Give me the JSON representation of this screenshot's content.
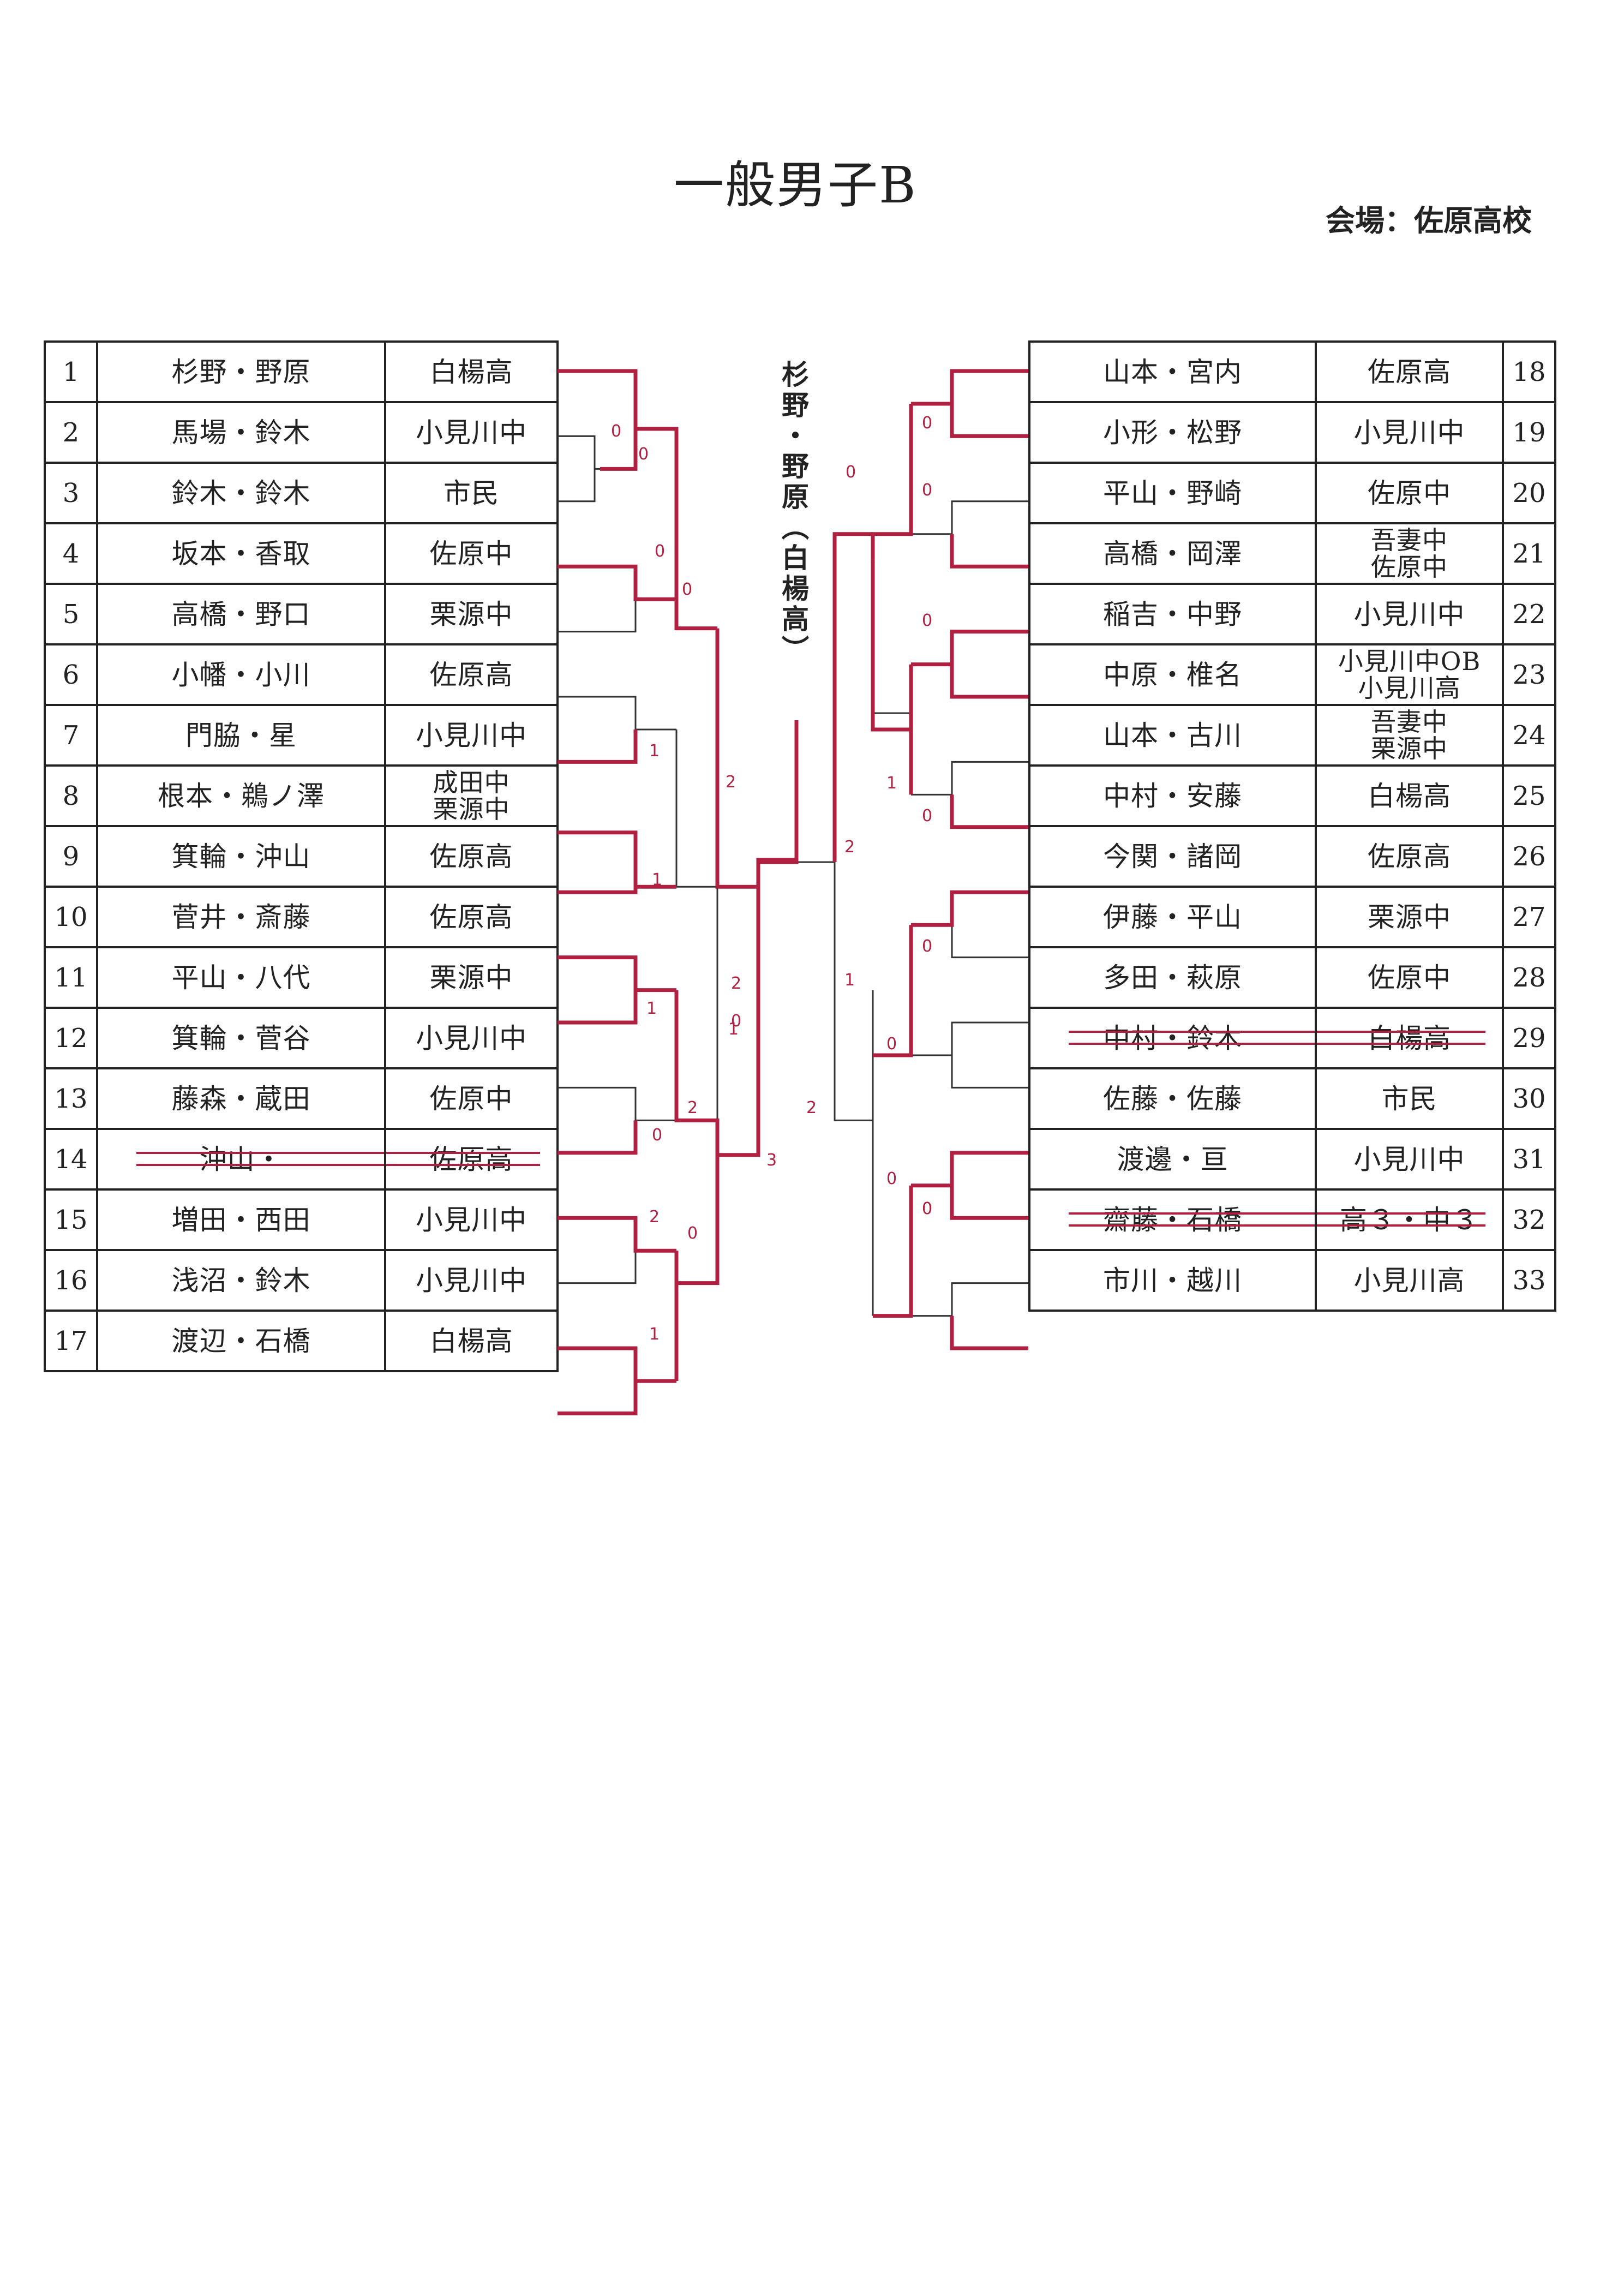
{
  "title": "一般男子B",
  "venue": "会場：佐原高校",
  "champion_label": "杉野・野原（白楊高）",
  "left_entries": [
    {
      "no": "1",
      "names": "杉野・野原",
      "team": [
        "白楊高"
      ]
    },
    {
      "no": "2",
      "names": "馬場・鈴木",
      "team": [
        "小見川中"
      ]
    },
    {
      "no": "3",
      "names": "鈴木・鈴木",
      "team": [
        "市民"
      ]
    },
    {
      "no": "4",
      "names": "坂本・香取",
      "team": [
        "佐原中"
      ]
    },
    {
      "no": "5",
      "names": "高橋・野口",
      "team": [
        "栗源中"
      ]
    },
    {
      "no": "6",
      "names": "小幡・小川",
      "team": [
        "佐原高"
      ]
    },
    {
      "no": "7",
      "names": "門脇・星",
      "team": [
        "小見川中"
      ]
    },
    {
      "no": "8",
      "names": "根本・鵜ノ澤",
      "team": [
        "成田中",
        "栗源中"
      ]
    },
    {
      "no": "9",
      "names": "箕輪・沖山",
      "team": [
        "佐原高"
      ]
    },
    {
      "no": "10",
      "names": "菅井・斎藤",
      "team": [
        "佐原高"
      ]
    },
    {
      "no": "11",
      "names": "平山・八代",
      "team": [
        "栗源中"
      ]
    },
    {
      "no": "12",
      "names": "箕輪・菅谷",
      "team": [
        "小見川中"
      ]
    },
    {
      "no": "13",
      "names": "藤森・蔵田",
      "team": [
        "佐原中"
      ]
    },
    {
      "no": "14",
      "names": "沖山・",
      "team": [
        "佐原高"
      ],
      "struck": true
    },
    {
      "no": "15",
      "names": "増田・西田",
      "team": [
        "小見川中"
      ]
    },
    {
      "no": "16",
      "names": "浅沼・鈴木",
      "team": [
        "小見川中"
      ]
    },
    {
      "no": "17",
      "names": "渡辺・石橋",
      "team": [
        "白楊高"
      ]
    }
  ],
  "right_entries": [
    {
      "no": "18",
      "names": "山本・宮内",
      "team": [
        "佐原高"
      ]
    },
    {
      "no": "19",
      "names": "小形・松野",
      "team": [
        "小見川中"
      ]
    },
    {
      "no": "20",
      "names": "平山・野崎",
      "team": [
        "佐原中"
      ]
    },
    {
      "no": "21",
      "names": "高橋・岡澤",
      "team": [
        "吾妻中",
        "佐原中"
      ]
    },
    {
      "no": "22",
      "names": "稲吉・中野",
      "team": [
        "小見川中"
      ]
    },
    {
      "no": "23",
      "names": "中原・椎名",
      "team": [
        "小見川中OB",
        "小見川高"
      ]
    },
    {
      "no": "24",
      "names": "山本・古川",
      "team": [
        "吾妻中",
        "栗源中"
      ]
    },
    {
      "no": "25",
      "names": "中村・安藤",
      "team": [
        "白楊高"
      ]
    },
    {
      "no": "26",
      "names": "今関・諸岡",
      "team": [
        "佐原高"
      ]
    },
    {
      "no": "27",
      "names": "伊藤・平山",
      "team": [
        "栗源中"
      ]
    },
    {
      "no": "28",
      "names": "多田・萩原",
      "team": [
        "佐原中"
      ]
    },
    {
      "no": "29",
      "names": "中村・鈴木",
      "team": [
        "白楊高"
      ],
      "struck": true
    },
    {
      "no": "30",
      "names": "佐藤・佐藤",
      "team": [
        "市民"
      ]
    },
    {
      "no": "31",
      "names": "渡邊・亘",
      "team": [
        "小見川中"
      ]
    },
    {
      "no": "32",
      "names": "齋藤・石橋",
      "team": [
        "高３・中３"
      ],
      "struck": true
    },
    {
      "no": "33",
      "names": "市川・越川",
      "team": [
        "小見川高"
      ]
    }
  ],
  "scores": [
    "0",
    "0",
    "0",
    "0",
    "1",
    "2",
    "1",
    "2",
    "0",
    "0",
    "1",
    "2",
    "0",
    "1",
    "2",
    "1",
    "3",
    "0",
    "0",
    "0",
    "0",
    "0",
    "1",
    "0",
    "2",
    "0",
    "1",
    "0",
    "2",
    "0",
    "0"
  ]
}
